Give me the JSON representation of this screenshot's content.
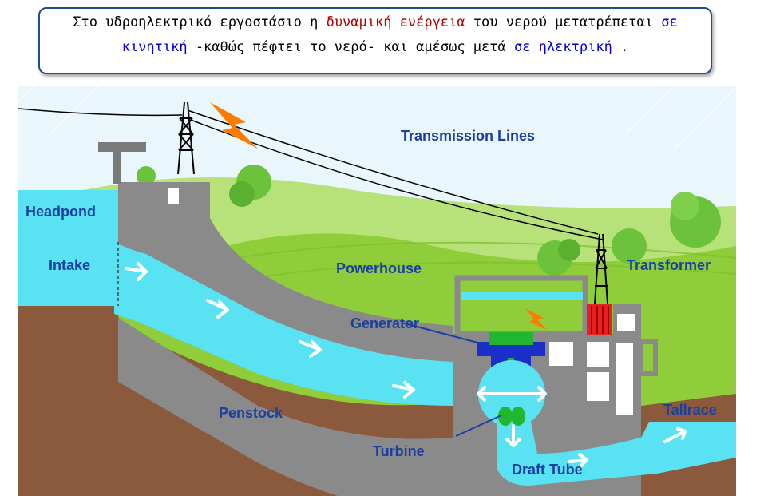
{
  "caption": {
    "line1": {
      "part1": "Στο υδροηλεκτρικό εργοστάσιο η ",
      "highlight1": "δυναμική ενέργεια",
      "part2": " του νερού μετατρέπεται ",
      "highlight2": "σε"
    },
    "line2": {
      "highlight3": "κινητική",
      "part3": " -καθώς πέφτει το νερό- και αμέσως μετά ",
      "highlight4": "σε ηλεκτρική",
      "part4": " ."
    }
  },
  "colors": {
    "highlight_red": "#b00000",
    "highlight_blue": "#0000c8",
    "label_blue": "#1a3fa0",
    "water": "#59e3f2",
    "concrete": "#8a8a8a",
    "earth": "#8b5a3c",
    "grass": "#8fce3a",
    "sky": "#e9f6fb"
  },
  "labels": {
    "transmission_lines": "Transmission Lines",
    "headpond": "Headpond",
    "intake": "Intake",
    "powerhouse": "Powerhouse",
    "transformer": "Transformer",
    "generator": "Generator",
    "penstock": "Penstock",
    "turbine": "Turbine",
    "tailrace": "Tallrace",
    "draft_tube": "Draft Tube"
  }
}
